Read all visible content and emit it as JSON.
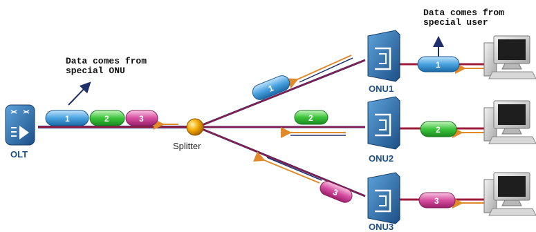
{
  "captions": {
    "from_onu": "Data comes from\nspecial ONU",
    "from_user": "Data comes from\nspecial user"
  },
  "nodes": {
    "olt": "OLT",
    "splitter": "Splitter",
    "onu1": "ONU1",
    "onu2": "ONU2",
    "onu3": "ONU3"
  },
  "packets": {
    "p1": "1",
    "p2": "2",
    "p3": "3"
  },
  "colors": {
    "fiber": "#8b1a3a",
    "arrow": "#e08a2a",
    "arrow_dark": "#1f2f6b",
    "packet1": "#4aa3e0",
    "packet2": "#3cc43c",
    "packet3": "#d64fa0",
    "device": "#2a6aa8"
  }
}
